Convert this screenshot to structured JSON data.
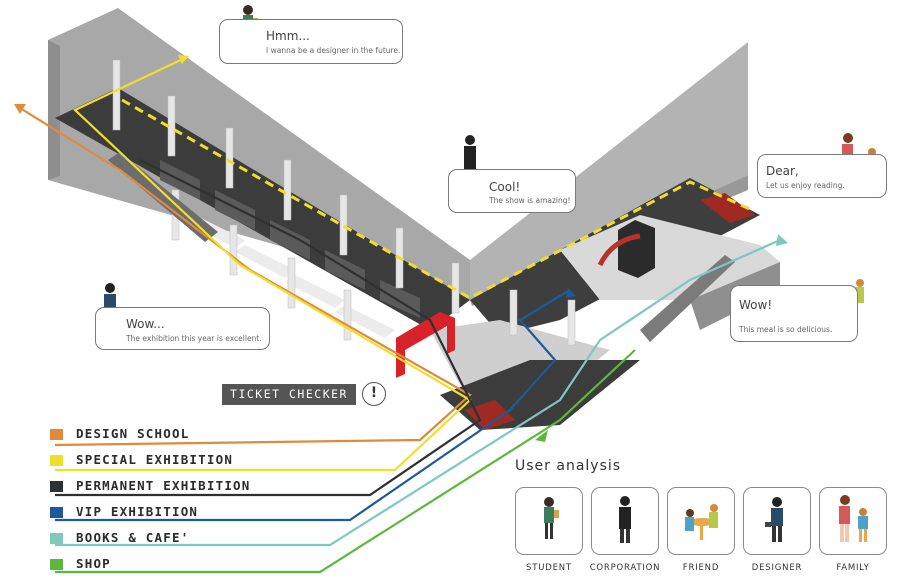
{
  "bubbles": [
    {
      "id": "designer",
      "title": "Hmm...",
      "text": "I wanna be a designer in the future."
    },
    {
      "id": "corporation",
      "title": "Cool!",
      "text": "The show is amazing!"
    },
    {
      "id": "family",
      "title": "Dear,",
      "text": "Let us enjoy reading."
    },
    {
      "id": "visitor",
      "title": "Wow...",
      "text": "The exhibition this year is excellent."
    },
    {
      "id": "friend",
      "title": "Wow!",
      "text": "This meal is so delicious."
    }
  ],
  "ticket": {
    "label": "TICKET CHECKER",
    "icon_text": "!"
  },
  "legend": [
    {
      "label": "DESIGN SCHOOL",
      "color": "#e08a3c"
    },
    {
      "label": "SPECIAL EXHIBITION",
      "color": "#f0df2a"
    },
    {
      "label": "PERMANENT EXHIBITION",
      "color": "#2e3133"
    },
    {
      "label": "VIP EXHIBITION",
      "color": "#1d5a9c"
    },
    {
      "label": "BOOKS & CAFE'",
      "color": "#7ec8bd"
    },
    {
      "label": "SHOP",
      "color": "#5cb83c"
    }
  ],
  "user_analysis": {
    "title": "User analysis",
    "users": [
      {
        "label": "STUDENT",
        "icon": "student-icon"
      },
      {
        "label": "CORPORATION",
        "icon": "corporation-icon"
      },
      {
        "label": "FRIEND",
        "icon": "friend-icon"
      },
      {
        "label": "DESIGNER",
        "icon": "designer-icon"
      },
      {
        "label": "FAMILY",
        "icon": "family-icon"
      }
    ]
  },
  "colors": {
    "wall": "#a9a9a9",
    "floor": "#3a3a3a",
    "gate": "#d8222a",
    "dark_red": "#9e2a23"
  }
}
